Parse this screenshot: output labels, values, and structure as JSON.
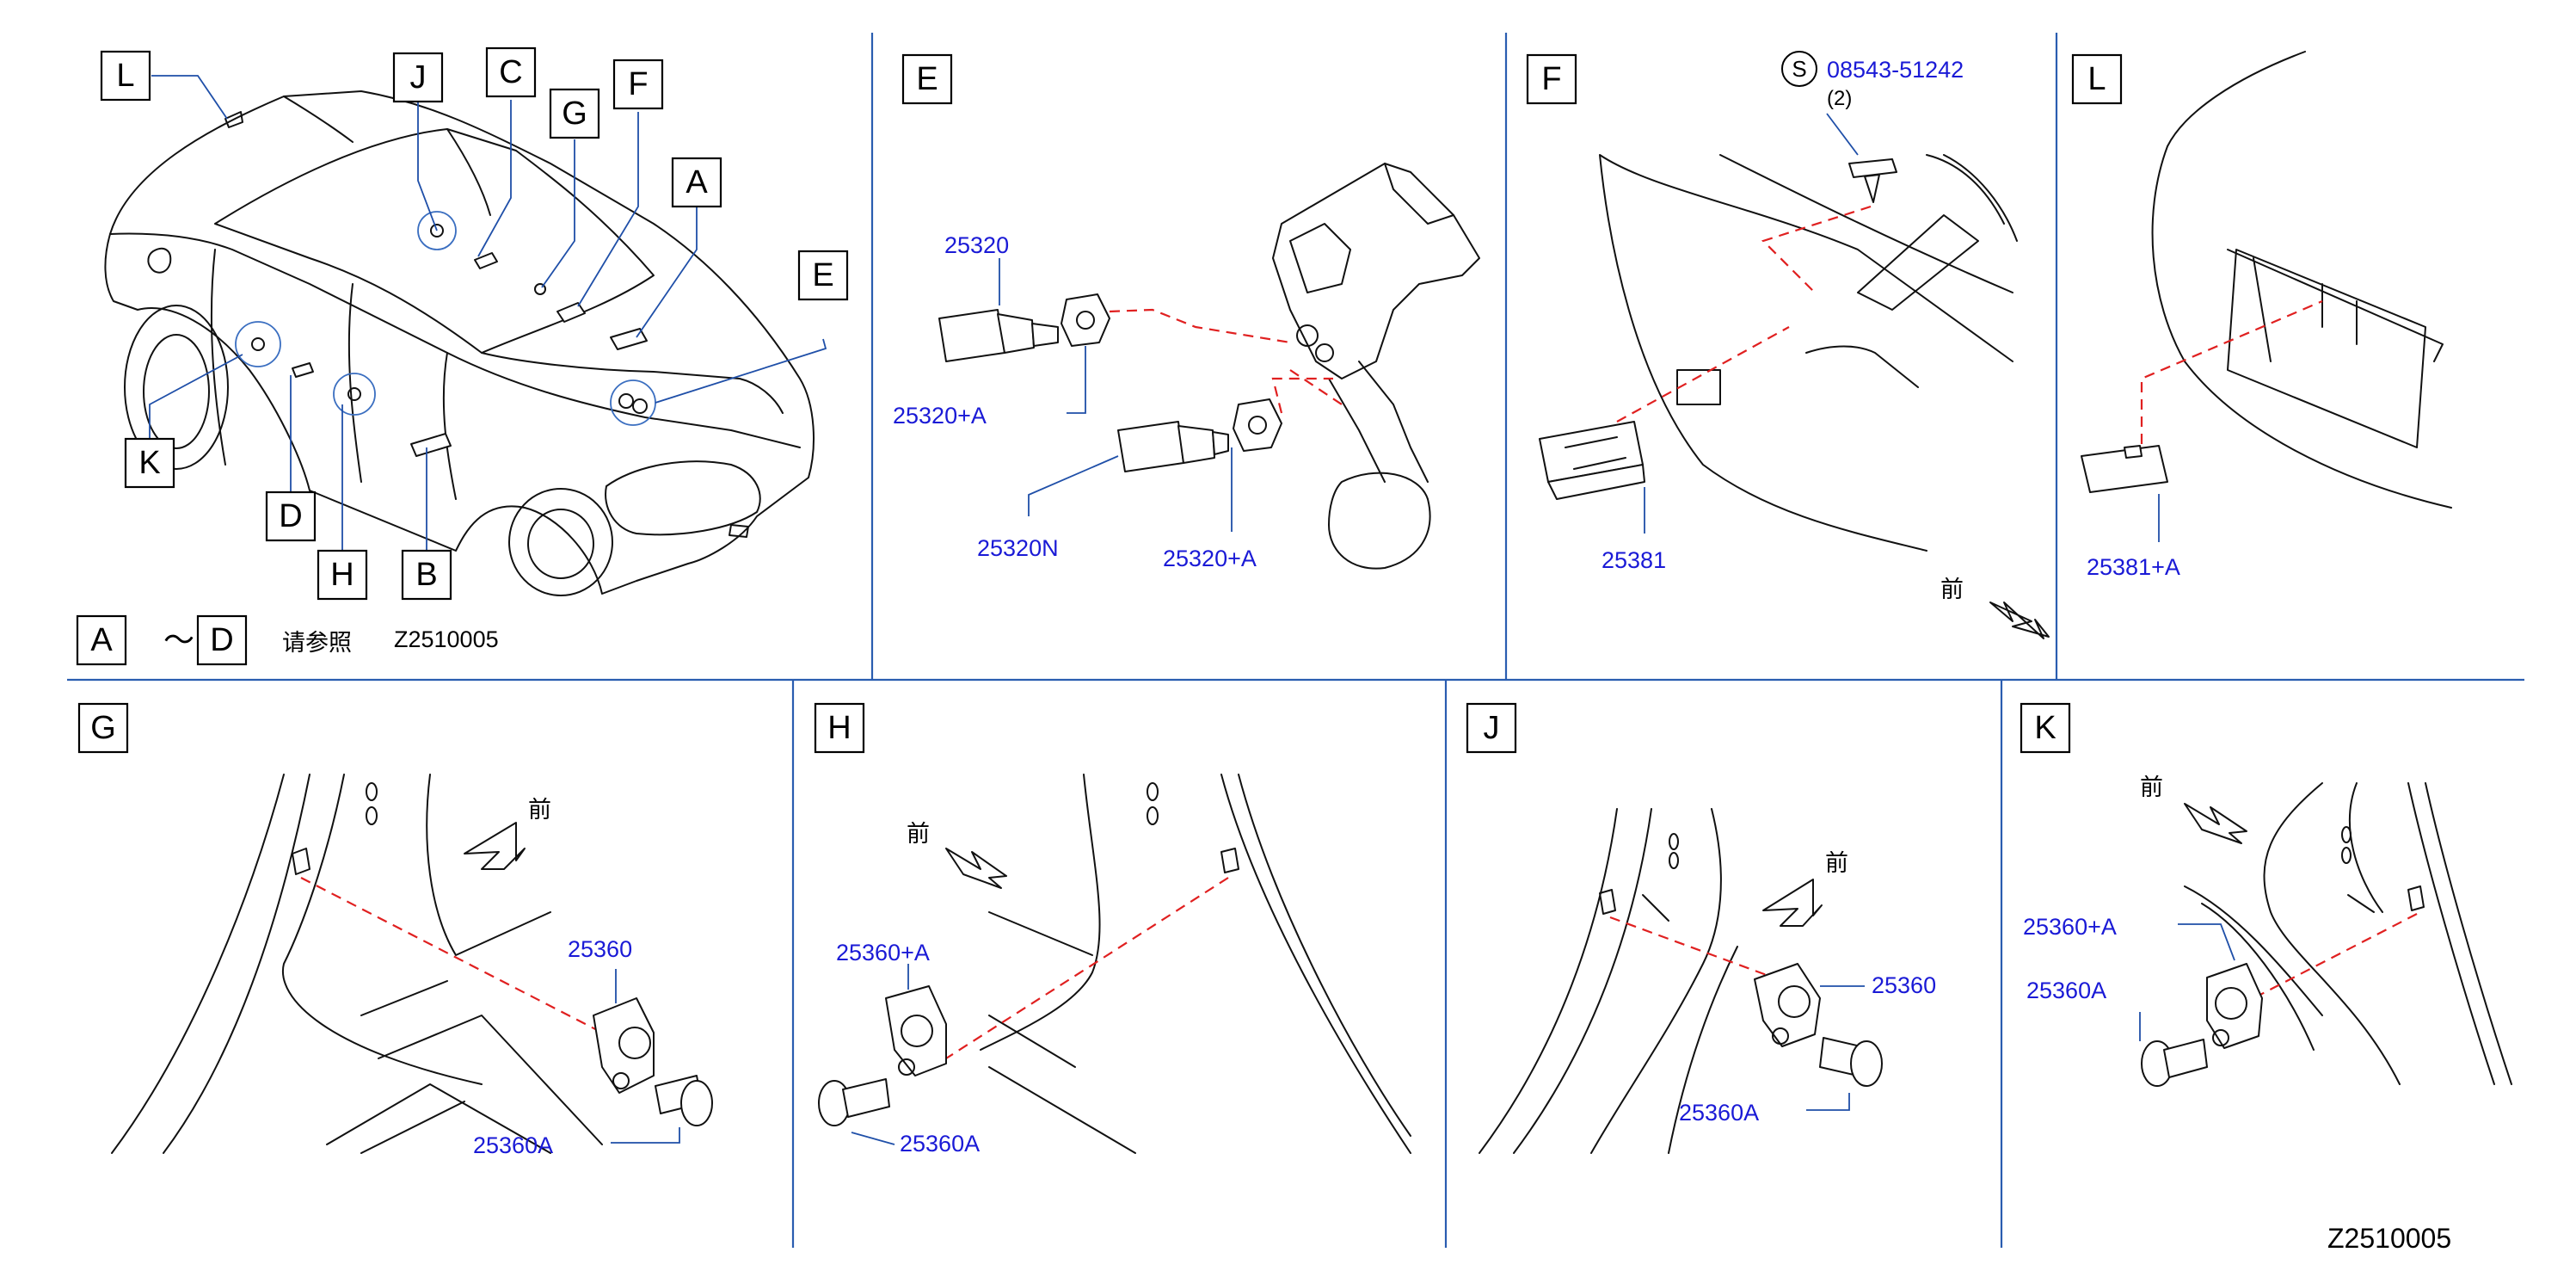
{
  "panels": {
    "overview": {
      "labels": [
        "L",
        "J",
        "C",
        "G",
        "F",
        "A",
        "E",
        "K",
        "D",
        "H",
        "B"
      ],
      "ref_from": "A",
      "ref_tilde": "～",
      "ref_to": "D",
      "ref_text": "请参照",
      "ref_code": "Z2510005"
    },
    "e": {
      "label": "E",
      "parts": [
        "25320",
        "25320+A",
        "25320N",
        "25320+A"
      ]
    },
    "f": {
      "label": "F",
      "s_mark": "S",
      "s_part": "08543-51242",
      "s_qty": "(2)",
      "part": "25381",
      "front": "前"
    },
    "l": {
      "label": "L",
      "part": "25381+A"
    },
    "g": {
      "label": "G",
      "front": "前",
      "parts": [
        "25360",
        "25360A"
      ]
    },
    "h": {
      "label": "H",
      "front": "前",
      "parts": [
        "25360+A",
        "25360A"
      ]
    },
    "j": {
      "label": "J",
      "front": "前",
      "parts": [
        "25360",
        "25360A"
      ]
    },
    "k": {
      "label": "K",
      "front": "前",
      "parts": [
        "25360+A",
        "25360A"
      ]
    }
  },
  "footer_code": "Z2510005",
  "colors": {
    "part_number": "#1a1ad6",
    "leader": "#1f4fa8",
    "divider": "#2a5db0",
    "dashed_path": "#e02020"
  }
}
